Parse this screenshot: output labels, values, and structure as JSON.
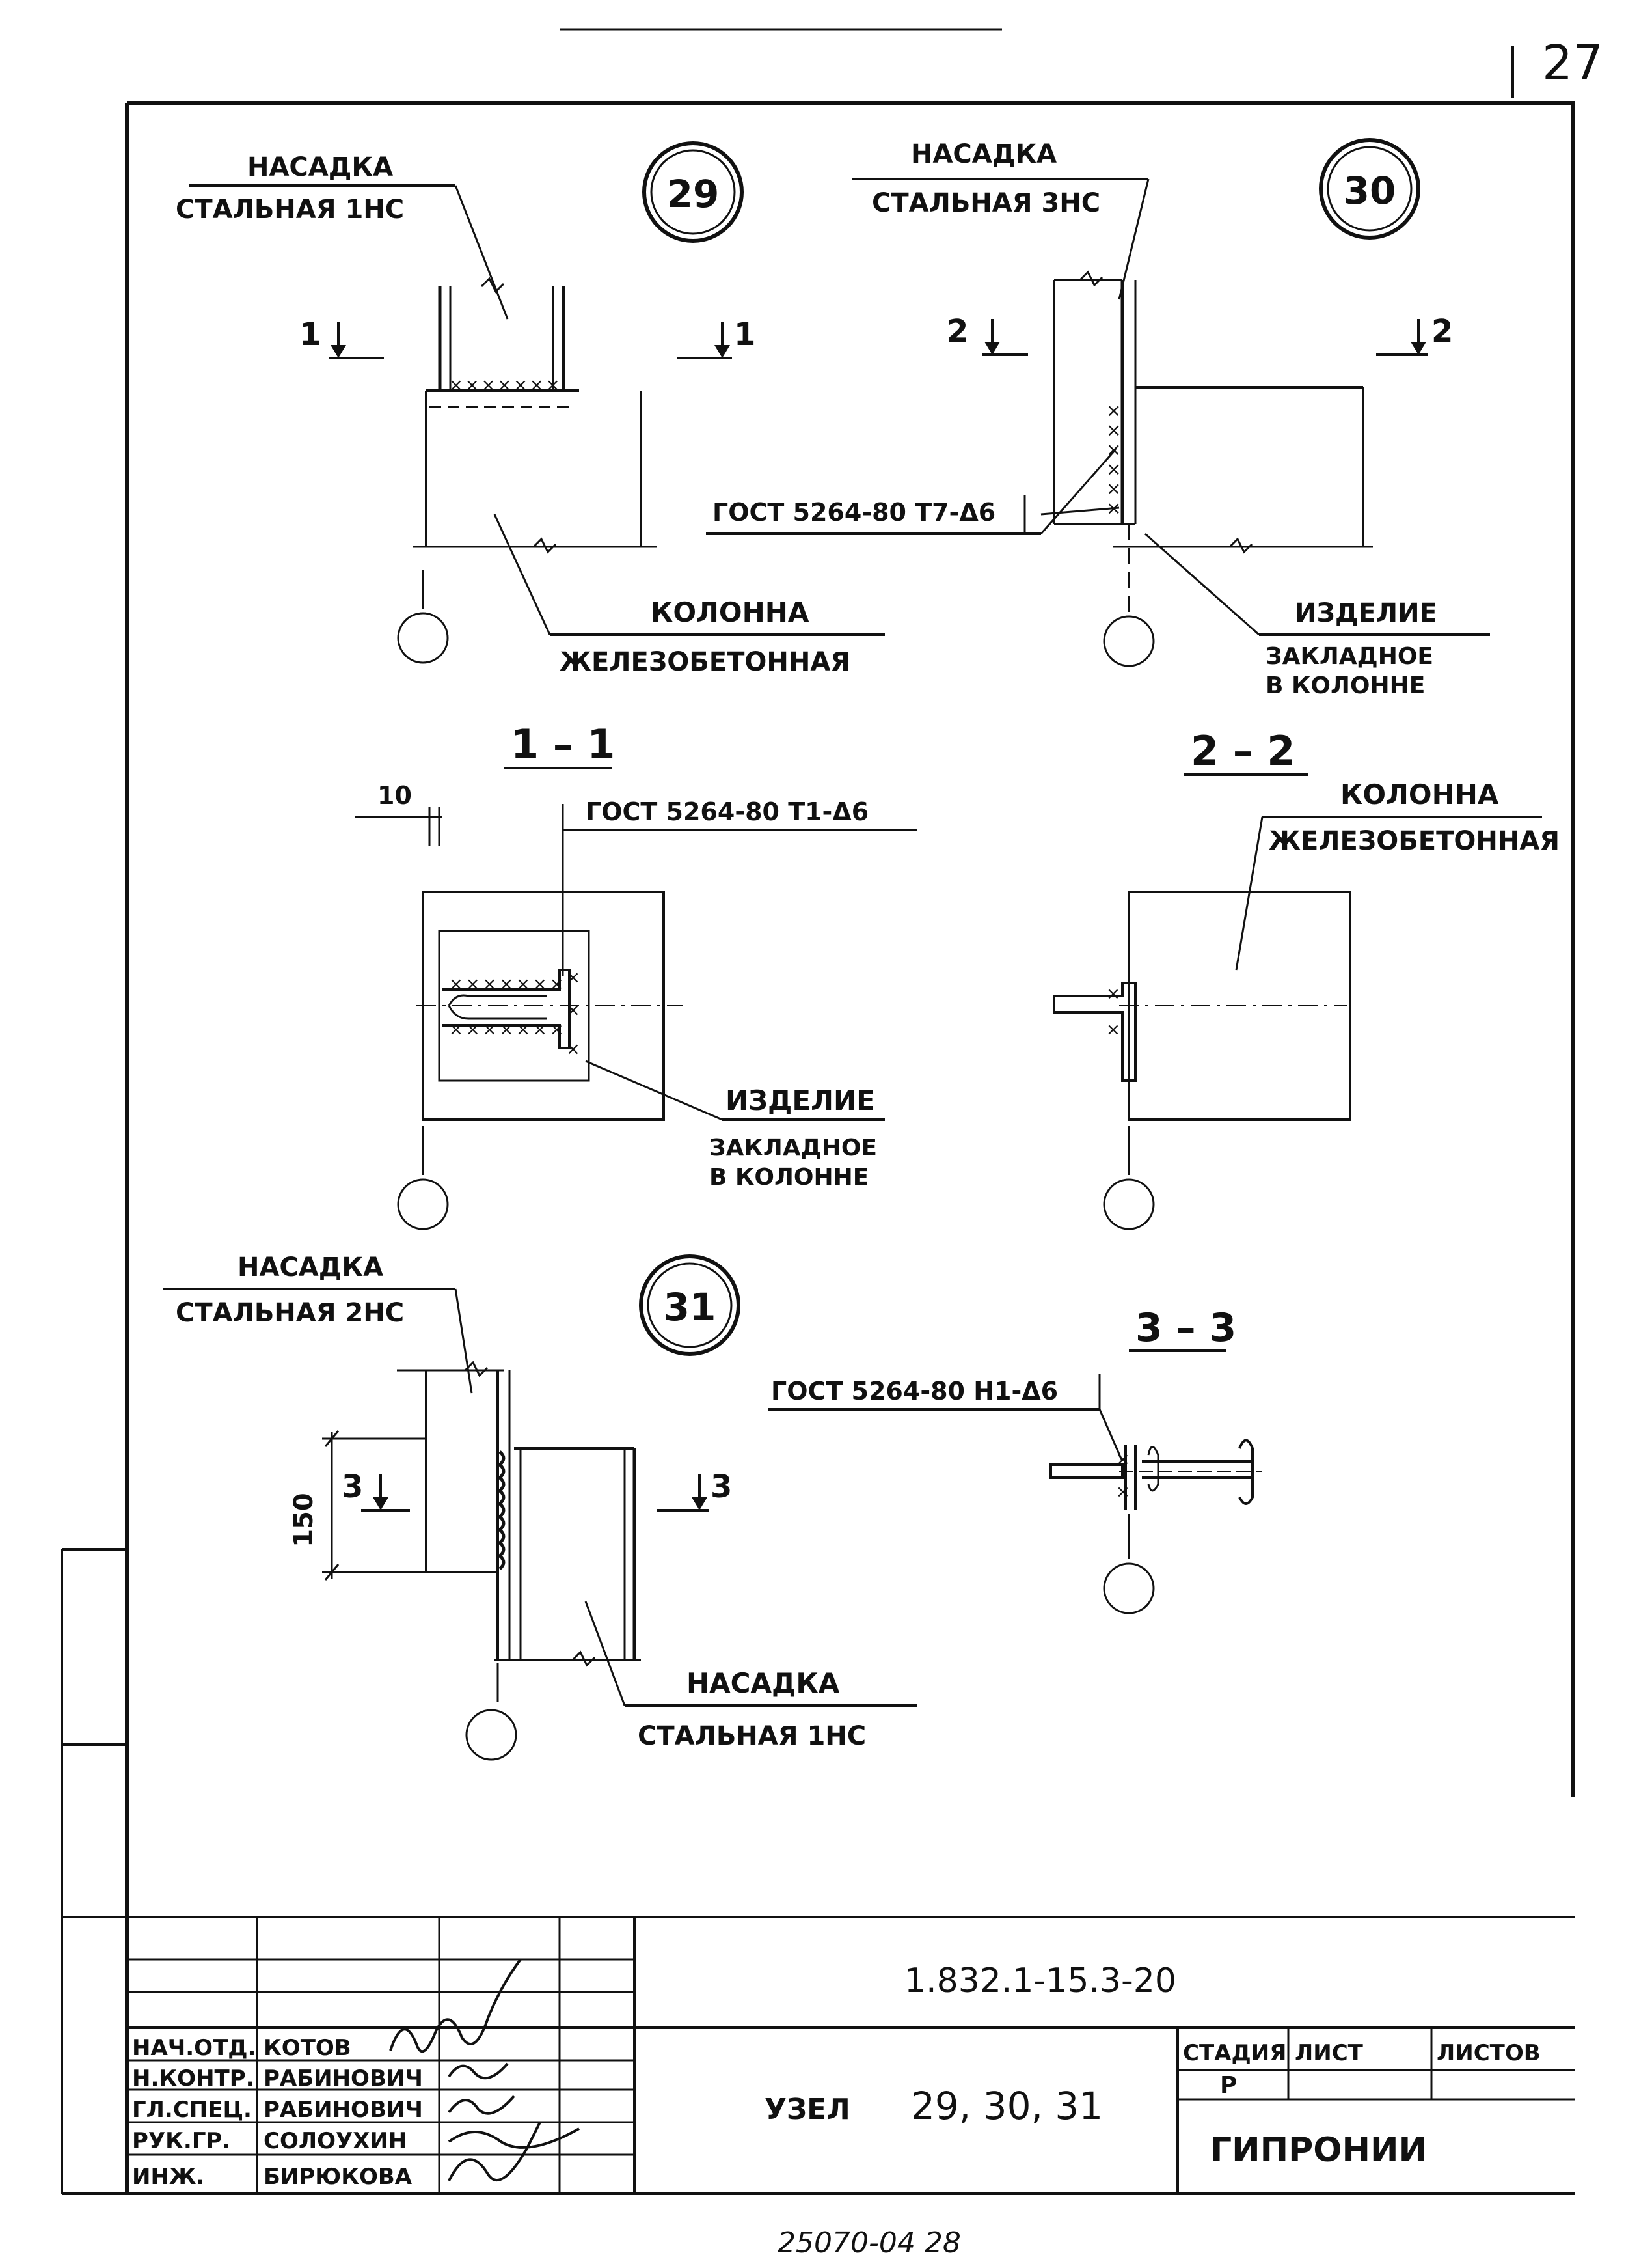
{
  "sheet": {
    "number": "27",
    "code": "1.832.1-15.3-20",
    "archive": "25070-04  28"
  },
  "details": {
    "d29": {
      "marker": "29",
      "nasadka_title": "НАСАДКА",
      "nasadka_sub": "СТАЛЬНАЯ 1НС",
      "section_left": "1",
      "section_right": "1",
      "column_title": "КОЛОННА",
      "column_sub": "ЖЕЛЕЗОБЕТОННАЯ"
    },
    "d30": {
      "marker": "30",
      "nasadka_title": "НАСАДКА",
      "nasadka_sub": "СТАЛЬНАЯ 3НС",
      "section_left": "2",
      "section_right": "2",
      "weld": "ГОСТ 5264-80 Т7-Δ6",
      "embed_title": "ИЗДЕЛИЕ",
      "embed_sub1": "ЗАКЛАДНОЕ",
      "embed_sub2": "В КОЛОННЕ"
    },
    "s11": {
      "title": "1 – 1",
      "dim": "10",
      "weld": "ГОСТ 5264-80 Т1-Δ6",
      "embed_title": "ИЗДЕЛИЕ",
      "embed_sub1": "ЗАКЛАДНОЕ",
      "embed_sub2": "В КОЛОННЕ"
    },
    "s22": {
      "title": "2 – 2",
      "column_title": "КОЛОННА",
      "column_sub": "ЖЕЛЕЗОБЕТОННАЯ"
    },
    "d31": {
      "marker": "31",
      "nasadka_title": "НАСАДКА",
      "nasadka_sub": "СТАЛЬНАЯ 2НС",
      "section_left": "3",
      "section_right": "3",
      "dim": "150",
      "lower_title": "НАСАДКА",
      "lower_sub": "СТАЛЬНАЯ 1НС"
    },
    "s33": {
      "title": "3 – 3",
      "weld": "ГОСТ 5264-80 Н1-Δ6"
    }
  },
  "title_block": {
    "roles": [
      "НАЧ.ОТД.",
      "Н.КОНТР.",
      "ГЛ.СПЕЦ.",
      "РУК.ГР.",
      "ИНЖ."
    ],
    "names": [
      "КОТОВ",
      "РАБИНОВИЧ",
      "РАБИНОВИЧ",
      "СОЛОУХИН",
      "БИРЮКОВА"
    ],
    "node_label": "УЗЕЛ",
    "node_numbers": "29, 30, 31",
    "stage_header": "СТАДИЯ",
    "sheet_header": "ЛИСТ",
    "sheets_header": "ЛИСТОВ",
    "stage_value": "Р",
    "org": "ГИПРОНИИ"
  }
}
